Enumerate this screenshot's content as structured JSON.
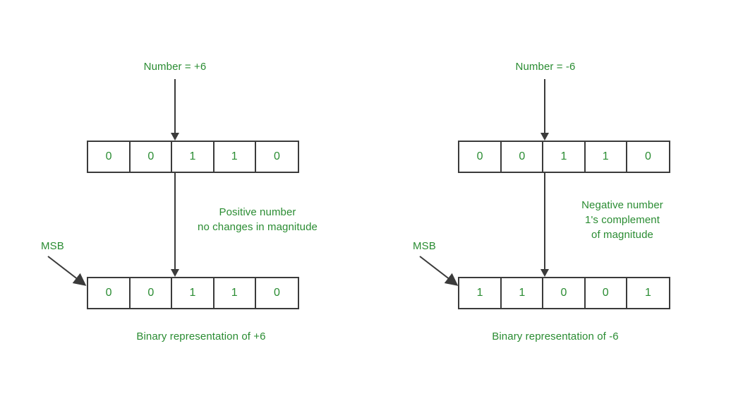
{
  "colors": {
    "text_green": "#2a8c32",
    "line_dark": "#3b3b3b",
    "background": "#ffffff",
    "cell_fill": "#ffffff"
  },
  "diagram": {
    "title_semantic": "signed-1s-complement-representation",
    "panels": [
      {
        "id": "positive",
        "top_label": "Number = +6",
        "top_bits": [
          "0",
          "0",
          "1",
          "1",
          "0"
        ],
        "note_lines": [
          "Positive number",
          "no changes in magnitude"
        ],
        "msb_label": "MSB",
        "bottom_bits": [
          "0",
          "0",
          "1",
          "1",
          "0"
        ],
        "caption": "Binary representation of +6"
      },
      {
        "id": "negative",
        "top_label": "Number = -6",
        "top_bits": [
          "0",
          "0",
          "1",
          "1",
          "0"
        ],
        "note_lines": [
          "Negative number",
          "1's complement",
          "of magnitude"
        ],
        "msb_label": "MSB",
        "bottom_bits": [
          "1",
          "1",
          "0",
          "0",
          "1"
        ],
        "caption": "Binary representation of -6"
      }
    ]
  }
}
